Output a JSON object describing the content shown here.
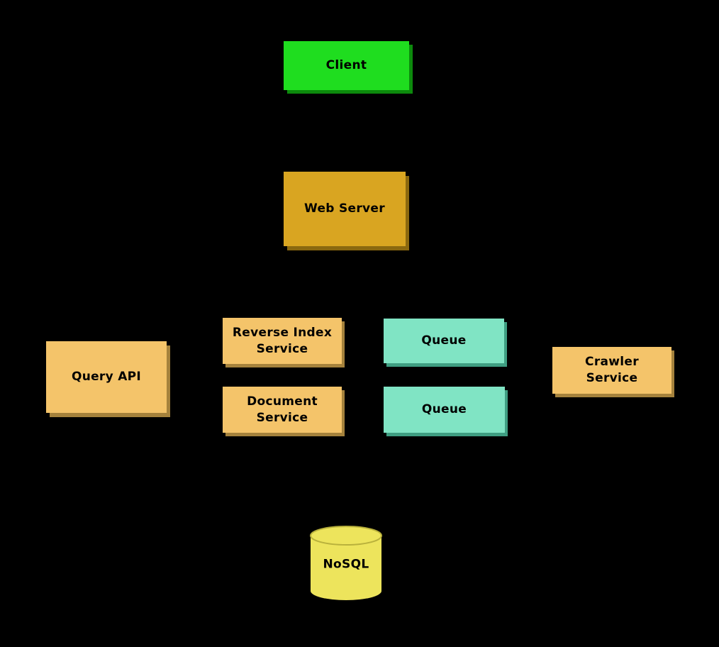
{
  "diagram": {
    "background_color": "#000000",
    "nodes": {
      "client": {
        "label": "Client",
        "color": "#1fdd1f",
        "shape": "rectangle"
      },
      "web_server": {
        "label": "Web Server",
        "color": "#d9a521",
        "shape": "rectangle"
      },
      "query_api": {
        "label": "Query API",
        "color": "#f4c46a",
        "shape": "rectangle"
      },
      "reverse_index_service": {
        "label": "Reverse Index\nService",
        "color": "#f4c46a",
        "shape": "rectangle"
      },
      "document_service": {
        "label": "Document\nService",
        "color": "#f4c46a",
        "shape": "rectangle"
      },
      "queue_top": {
        "label": "Queue",
        "color": "#80e4c4",
        "shape": "rectangle"
      },
      "queue_bottom": {
        "label": "Queue",
        "color": "#80e4c4",
        "shape": "rectangle"
      },
      "crawler_service": {
        "label": "Crawler\nService",
        "color": "#f4c46a",
        "shape": "rectangle"
      },
      "nosql": {
        "label": "NoSQL",
        "color": "#ede45c",
        "rim_color": "#b9b13c",
        "shape": "cylinder"
      }
    }
  }
}
